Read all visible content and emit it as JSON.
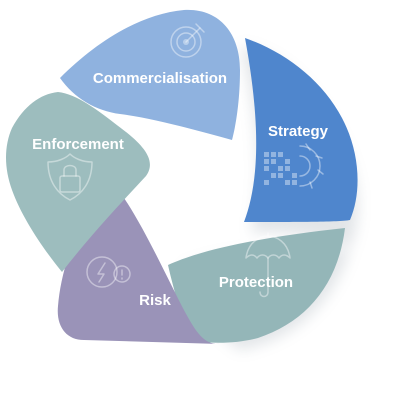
{
  "segments": [
    {
      "label": "Commercialisation",
      "icon": "target-icon",
      "color": "#8fb2df"
    },
    {
      "label": "Strategy",
      "icon": "gear-grid-icon",
      "color": "#4f86cd"
    },
    {
      "label": "Protection",
      "icon": "umbrella-icon",
      "color": "#94b6b8"
    },
    {
      "label": "Risk",
      "icon": "lightning-alert-icon",
      "color": "#9a93b8"
    },
    {
      "label": "Enforcement",
      "icon": "shield-lock-icon",
      "color": "#9dbdbe"
    }
  ]
}
